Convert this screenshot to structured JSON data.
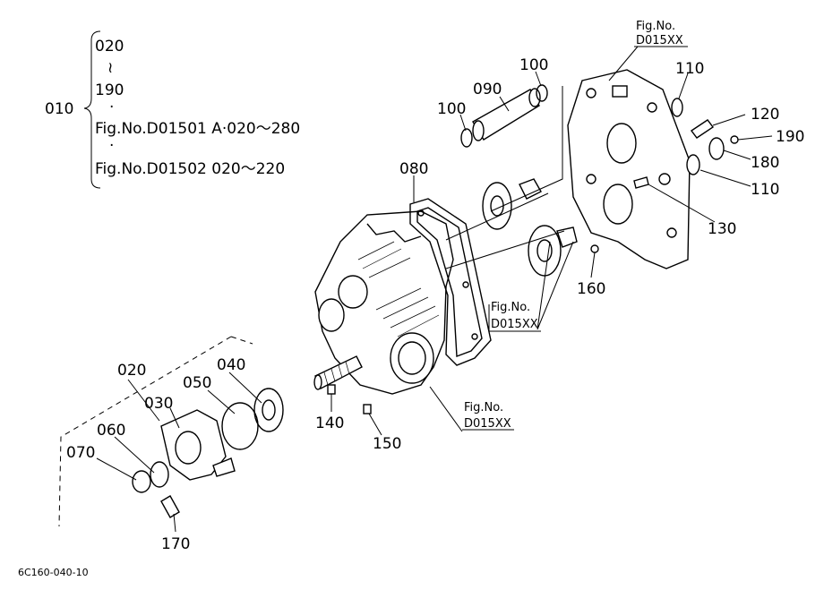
{
  "legend": {
    "group_label": "010",
    "range_start": "020",
    "range_tilde": "≀",
    "range_end": "190",
    "dot1": "·",
    "ref1": "Fig.No.D01501  A·020～280",
    "dot2": "·",
    "ref2": "Fig.No.D01502  020～220"
  },
  "callouts": {
    "p020": "020",
    "p030": "030",
    "p040": "040",
    "p050": "050",
    "p060": "060",
    "p070": "070",
    "p080": "080",
    "p090": "090",
    "p100a": "100",
    "p100b": "100",
    "p110a": "110",
    "p110b": "110",
    "p120": "120",
    "p130": "130",
    "p140": "140",
    "p150": "150",
    "p160": "160",
    "p170": "170",
    "p180": "180",
    "p190": "190"
  },
  "figrefs": {
    "top_line1": "Fig.No.",
    "top_line2": "D015XX",
    "mid_line1": "Fig.No.",
    "mid_line2": "D015XX",
    "bot_line1": "Fig.No.",
    "bot_line2": "D015XX"
  },
  "footer_code": "6C160-040-10"
}
